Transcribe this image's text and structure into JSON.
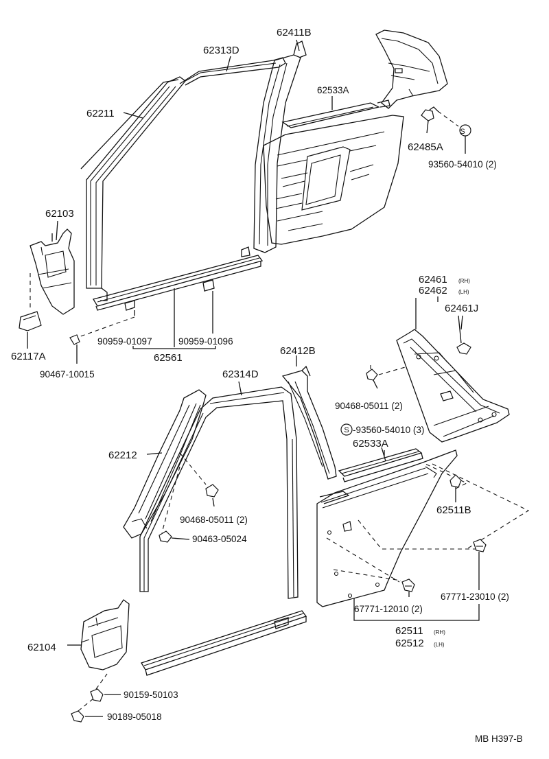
{
  "diagram_id": "MB H397-B",
  "circle_symbol": "S",
  "labels": {
    "p62411B": "62411B",
    "p62313D": "62313D",
    "p62533A_top": "62533A",
    "p62211": "62211",
    "p62485A": "62485A",
    "p93560_top": "93560-54010 (2)",
    "p62103": "62103",
    "p62461": "62461",
    "p62461_sup": "(RH)",
    "p62462": "62462",
    "p62462_sup": "(LH)",
    "p62461J": "62461J",
    "p62117A": "62117A",
    "p90959_01097": "90959-01097",
    "p90959_01096": "90959-01096",
    "p62561": "62561",
    "p90467": "90467-10015",
    "p62412B": "62412B",
    "p62314D": "62314D",
    "p90468_right": "90468-05011 (2)",
    "p93560_bottom": "-93560-54010 (3)",
    "p62533A_bottom": "62533A",
    "p62212": "62212",
    "p62511B": "62511B",
    "p90468_left": "90468-05011 (2)",
    "p90463": "90463-05024",
    "p67771_23010": "67771-23010 (2)",
    "p67771_12010": "67771-12010 (2)",
    "p62511": "62511",
    "p62511_sup": "(RH)",
    "p62512": "62512",
    "p62512_sup": "(LH)",
    "p62104": "62104",
    "p90159": "90159-50103",
    "p90189": "90189-05018"
  }
}
